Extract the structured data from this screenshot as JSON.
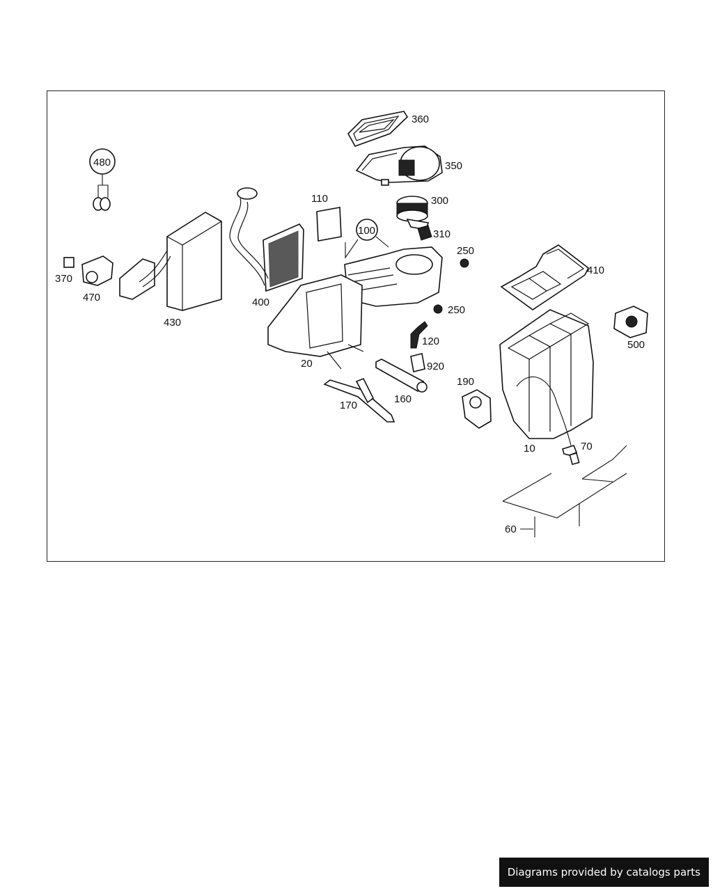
{
  "parts": [
    {
      "id": "p360",
      "label": "360"
    },
    {
      "id": "p350",
      "label": "350"
    },
    {
      "id": "p480",
      "label": "480"
    },
    {
      "id": "p300",
      "label": "300"
    },
    {
      "id": "p110",
      "label": "110"
    },
    {
      "id": "p100",
      "label": "100"
    },
    {
      "id": "p310",
      "label": "310"
    },
    {
      "id": "p250a",
      "label": "250"
    },
    {
      "id": "p410",
      "label": "410"
    },
    {
      "id": "p370",
      "label": "370"
    },
    {
      "id": "p470",
      "label": "470"
    },
    {
      "id": "p400",
      "label": "400"
    },
    {
      "id": "p430",
      "label": "430"
    },
    {
      "id": "p250b",
      "label": "250"
    },
    {
      "id": "p120",
      "label": "120"
    },
    {
      "id": "p500",
      "label": "500"
    },
    {
      "id": "p20",
      "label": "20"
    },
    {
      "id": "p920",
      "label": "920"
    },
    {
      "id": "p190",
      "label": "190"
    },
    {
      "id": "p160",
      "label": "160"
    },
    {
      "id": "p170",
      "label": "170"
    },
    {
      "id": "p10",
      "label": "10"
    },
    {
      "id": "p70",
      "label": "70"
    },
    {
      "id": "p60",
      "label": "60"
    }
  ],
  "watermark": "Diagrams provided by catalogs parts",
  "colors": {
    "line": "#111111",
    "background": "#ffffff",
    "watermark_bg": "#111111",
    "watermark_text": "#ffffff"
  }
}
